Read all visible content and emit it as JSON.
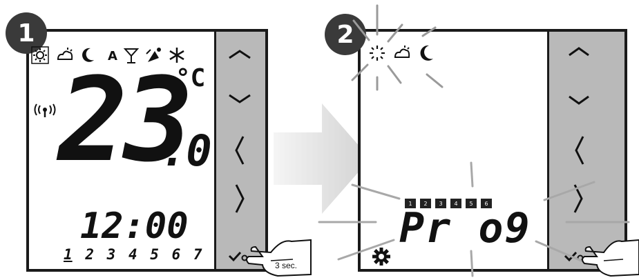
{
  "step1": {
    "badge": "1",
    "temperature_int": "23",
    "temperature_dec": ".0",
    "unit": "°C",
    "time": "12:00",
    "days": [
      "1",
      "2",
      "3",
      "4",
      "5",
      "6",
      "7"
    ],
    "mode_icons": [
      "sun-icon",
      "partly-cloudy-icon",
      "moon-icon",
      "auto-mode-icon",
      "party-icon",
      "holiday-icon",
      "frost-icon"
    ],
    "auto_label": "A",
    "hold_label": "3 sec."
  },
  "step2": {
    "badge": "2",
    "mode_icons": [
      "sun-icon",
      "partly-cloudy-icon",
      "moon-icon"
    ],
    "prog_text": "Pr o9",
    "day_blocks": [
      "1",
      "2",
      "3",
      "4",
      "5",
      "6"
    ]
  },
  "colors": {
    "side_panel": "#b9b9b9",
    "frame": "#1a1a1a",
    "arrow": "#dcdcdc",
    "rays": "#9a9a9a"
  }
}
